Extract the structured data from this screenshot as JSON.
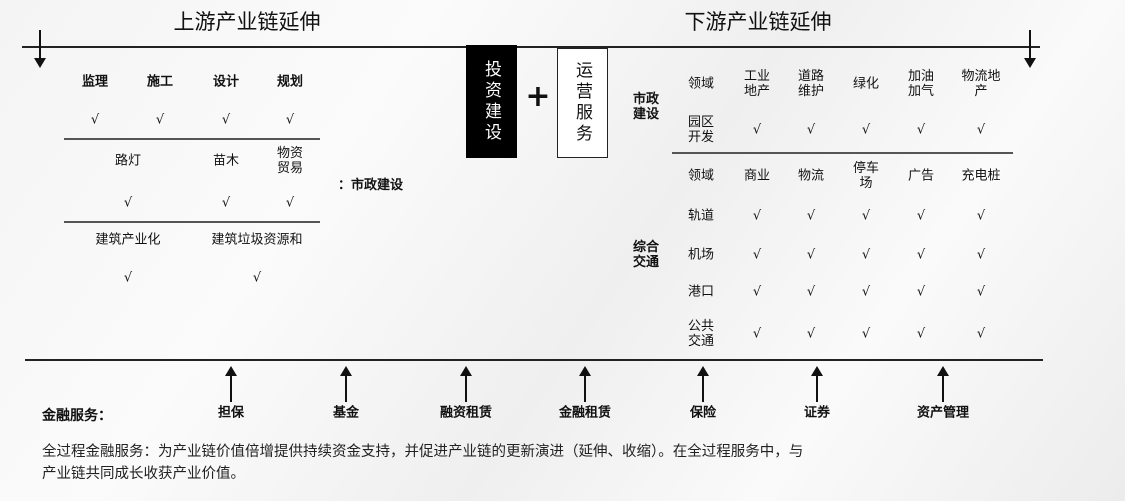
{
  "upstream": {
    "title": "上游产业链延伸",
    "headers": [
      "监理",
      "施工",
      "设计",
      "规划"
    ],
    "row1_checks": [
      "√",
      "√",
      "√",
      "√"
    ],
    "row2_items": [
      "路灯",
      "苗木",
      "物资\n贸易"
    ],
    "row2_checks": [
      "√",
      "√",
      "√"
    ],
    "row3_items": [
      "建筑产业化",
      "建筑垃圾资源和"
    ],
    "row3_checks": [
      "√",
      "√"
    ],
    "side_label": "：市政建设"
  },
  "center": {
    "invest": "投资建设",
    "plus": "+",
    "ops": "运营服务"
  },
  "downstream": {
    "title": "下游产业链延伸",
    "municipal": {
      "label": "市政\n建设",
      "header": [
        "领域",
        "工业\n地产",
        "道路\n维护",
        "绿化",
        "加油\n加气",
        "物流地\n产"
      ],
      "rows": [
        [
          "园区\n开发",
          "√",
          "√",
          "√",
          "√",
          "√"
        ]
      ]
    },
    "transport": {
      "label": "综合\n交通",
      "header": [
        "领域",
        "商业",
        "物流",
        "停车\n场",
        "广告",
        "充电桩"
      ],
      "rows": [
        [
          "轨道",
          "√",
          "√",
          "√",
          "√",
          "√"
        ],
        [
          "机场",
          "√",
          "√",
          "√",
          "√",
          "√"
        ],
        [
          "港口",
          "√",
          "√",
          "√",
          "√",
          "√"
        ],
        [
          "公共\n交通",
          "√",
          "√",
          "√",
          "√",
          "√"
        ]
      ]
    }
  },
  "finance": {
    "label": "金融服务：",
    "items": [
      "担保",
      "基金",
      "融资租赁",
      "金融租赁",
      "保险",
      "证券",
      "资产管理"
    ]
  },
  "description": [
    "全过程金融服务：为产业链价值倍增提供持续资金支持，并促进产业链的更新演进（延伸、收缩）。在全过程服务中，与",
    "产业链共同成长收获产业价值。"
  ]
}
